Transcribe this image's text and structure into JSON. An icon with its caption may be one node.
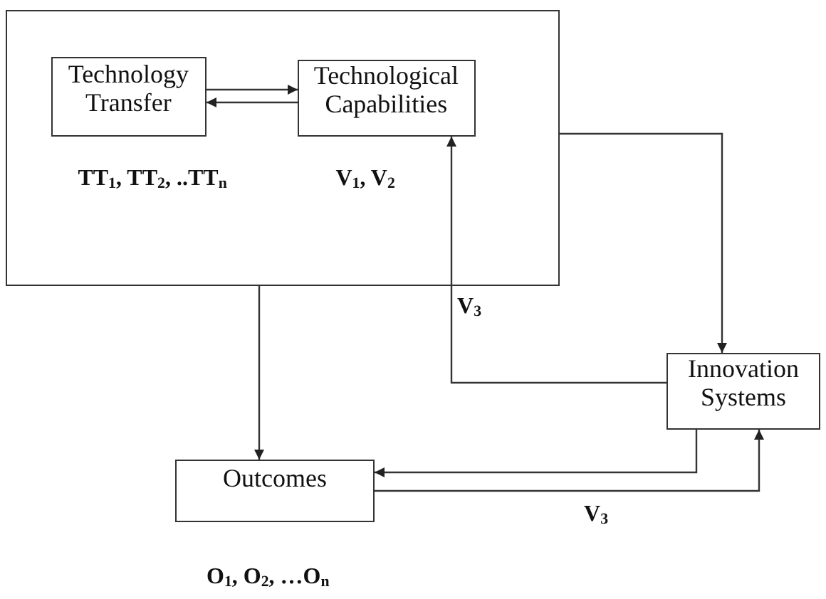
{
  "diagram": {
    "nodes": [
      {
        "text": [],
        "shape": "box"
      },
      {
        "text": [
          "Technology Transfer"
        ],
        "in": 0,
        "beside": [
          "TT$_{1}$, TT$_{2}$, ..TT$_{n}$"
        ]
      },
      {
        "text": [
          "Technological Capabilities"
        ],
        "in": 0,
        "beside": [
          "V$_{1}$, V$_{2}$"
        ]
      },
      {
        "text": [
          "Innovation Systems"
        ]
      },
      {
        "text": [
          "Outcomes"
        ],
        "beside": [
          "O$_{1}$, O$_{2}$, …O$_{n}$"
        ]
      }
    ],
    "edges": [
      {
        "from": 1,
        "to": 2,
        "arrow": "to"
      },
      {
        "from": 2,
        "to": 1,
        "arrow": "to"
      },
      {
        "from": 0,
        "to": 3,
        "arrow": "to"
      },
      {
        "from": 3,
        "to": 2,
        "arrow": "to",
        "label": "V$_{3}$"
      },
      {
        "from": 0,
        "to": 4,
        "arrow": "to"
      },
      {
        "from": 3,
        "to": 4,
        "arrow": "to"
      },
      {
        "from": 4,
        "to": 3,
        "arrow": "to",
        "label": "V$_{3}$"
      }
    ]
  }
}
